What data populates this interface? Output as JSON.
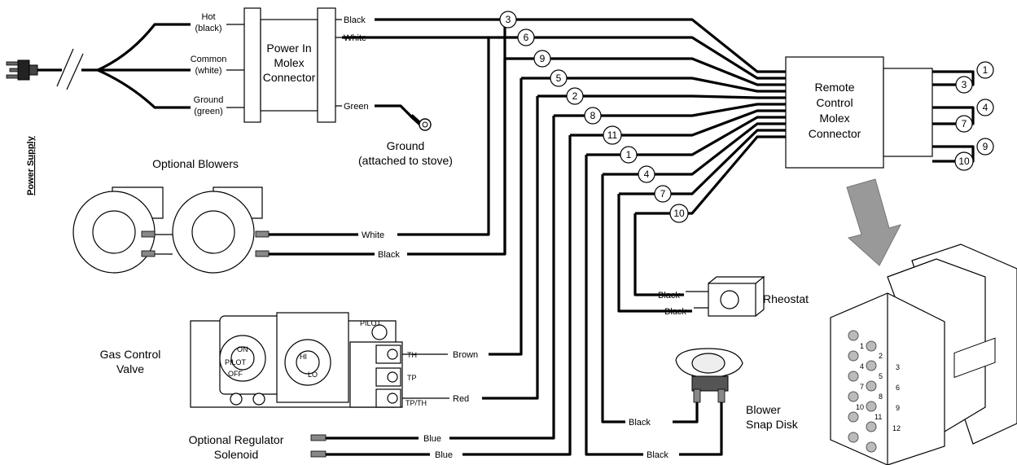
{
  "power_supply": {
    "label": "Power Supply"
  },
  "power_in": {
    "title_lines": [
      "Power In",
      "Molex",
      "Connector"
    ],
    "hot": [
      "Hot",
      "(black)"
    ],
    "common": [
      "Common",
      "(white)"
    ],
    "ground": [
      "Ground",
      "(green)"
    ],
    "out_black": "Black",
    "out_white": "White",
    "out_green": "Green"
  },
  "ground_lug": {
    "lines": [
      "Ground",
      "(attached to stove)"
    ]
  },
  "blowers": {
    "title": "Optional Blowers",
    "white": "White",
    "black": "Black"
  },
  "remote": {
    "title_lines": [
      "Remote",
      "Control",
      "Molex",
      "Connector"
    ]
  },
  "input_wire_numbers": [
    "3",
    "6",
    "9",
    "5",
    "2",
    "8",
    "11",
    "1",
    "4",
    "7",
    "10"
  ],
  "output_wire_numbers": [
    "1",
    "3",
    "4",
    "7",
    "9",
    "10"
  ],
  "rheostat": {
    "title": "Rheostat",
    "black_1": "Black",
    "black_2": "Black"
  },
  "gas_valve": {
    "title_lines": [
      "Gas Control",
      "Valve"
    ],
    "brown": "Brown",
    "red": "Red",
    "dial_marks": [
      "ON",
      "OFF",
      "PILOT",
      "HI",
      "LO",
      "PILOT",
      "TH",
      "TP",
      "TP/TH"
    ]
  },
  "regulator": {
    "title_lines": [
      "Optional Regulator",
      "Solenoid"
    ],
    "blue_1": "Blue",
    "blue_2": "Blue"
  },
  "snap_disk": {
    "title_lines": [
      "Blower",
      "Snap Disk"
    ],
    "black_1": "Black",
    "black_2": "Black"
  },
  "molex_pins": [
    "1",
    "2",
    "3",
    "4",
    "5",
    "6",
    "7",
    "8",
    "9",
    "10",
    "11",
    "12"
  ]
}
